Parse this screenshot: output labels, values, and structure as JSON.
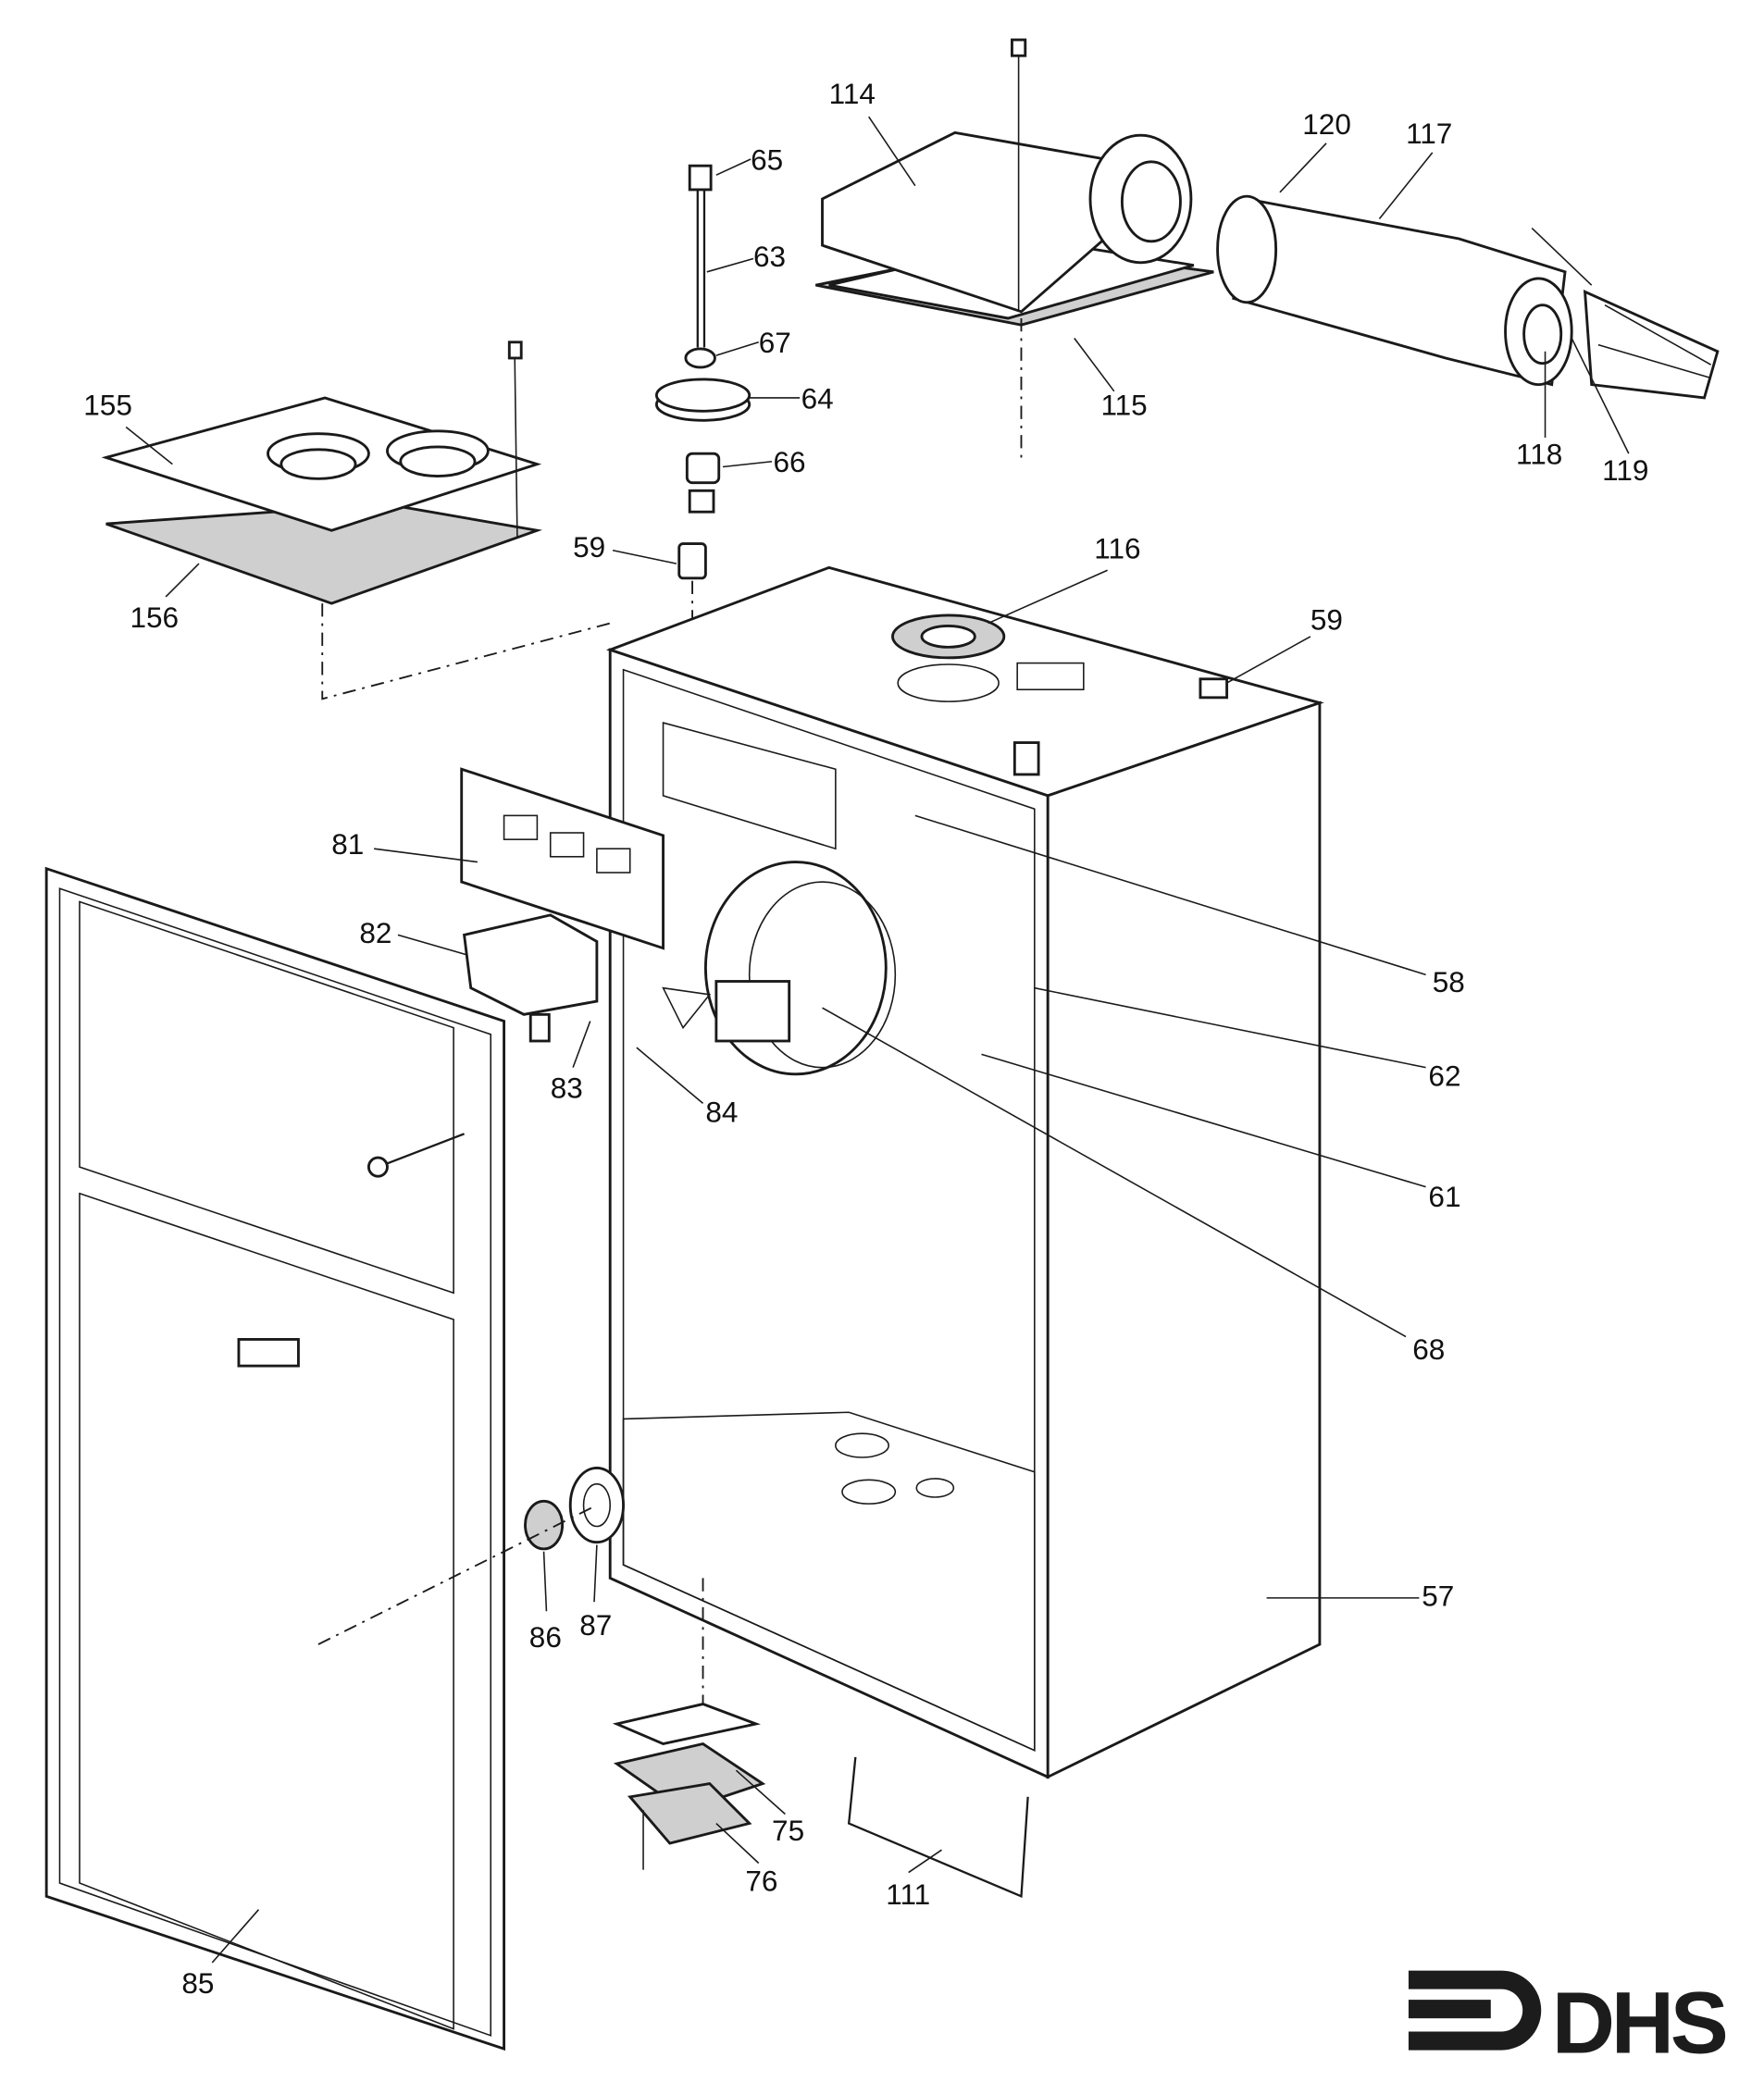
{
  "diagram": {
    "labels": [
      "114",
      "65",
      "63",
      "67",
      "64",
      "66",
      "155",
      "156",
      "59",
      "115",
      "116",
      "120",
      "117",
      "118",
      "119",
      "59",
      "81",
      "82",
      "83",
      "84",
      "58",
      "62",
      "61",
      "68",
      "57",
      "86",
      "87",
      "75",
      "76",
      "111",
      "85"
    ],
    "logo_text": "DHS",
    "colors": {
      "ink": "#1a1a1a",
      "background": "#ffffff"
    }
  }
}
